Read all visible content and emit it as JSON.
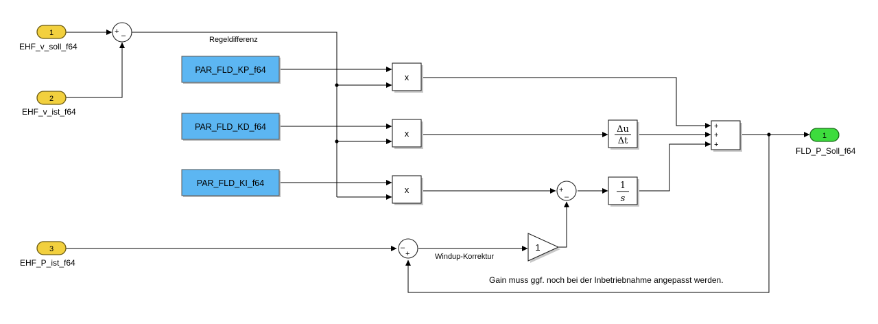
{
  "inports": [
    {
      "number": "1",
      "label": "EHF_v_soll_f64"
    },
    {
      "number": "2",
      "label": "EHF_v_ist_f64"
    },
    {
      "number": "3",
      "label": "EHF_P_ist_f64"
    }
  ],
  "outport": {
    "number": "1",
    "label": "FLD_P_Soll_f64"
  },
  "constants": {
    "kp": "PAR_FLD_KP_f64",
    "kd": "PAR_FLD_KD_f64",
    "ki": "PAR_FLD_KI_f64"
  },
  "signals": {
    "regeldifferenz": "Regeldifferenz",
    "windup": "Windup-Korrektur"
  },
  "operators": {
    "product": "x",
    "gain": "1",
    "derivative_num": "Δu",
    "derivative_den": "Δt",
    "integrator_num": "1",
    "integrator_den": "s"
  },
  "signs": {
    "sum1": [
      "+",
      "–"
    ],
    "sum_int": [
      "+",
      "–"
    ],
    "sum_windup": [
      "–",
      "+"
    ],
    "sum_out": [
      "+",
      "+",
      "+"
    ]
  },
  "annotation": "Gain muss ggf. noch bei der Inbetriebnahme angepasst werden.",
  "colors": {
    "inport": "#f2d03e",
    "outport": "#3ddc3d",
    "constant": "#5cb6f2"
  }
}
